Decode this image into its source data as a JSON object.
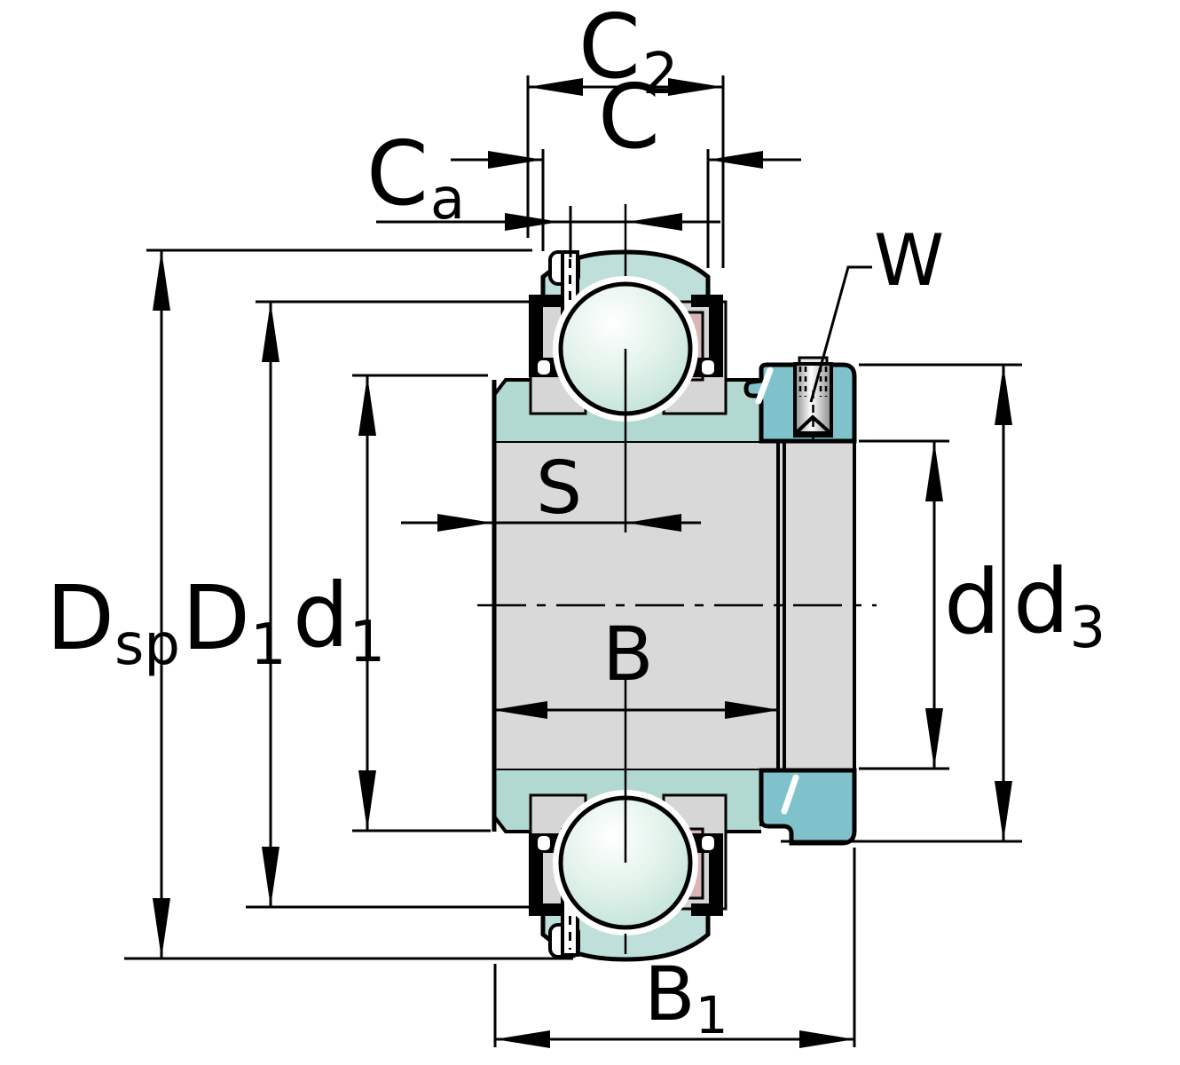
{
  "figure": {
    "kind": "technical-drawing",
    "dimension_symbols": [
      "C2",
      "C",
      "Ca",
      "W",
      "Dsp",
      "D1",
      "d1",
      "S",
      "B",
      "B1",
      "d",
      "d3"
    ]
  },
  "labels": {
    "c2": {
      "main": "C",
      "sub": "2"
    },
    "c": {
      "main": "C"
    },
    "ca": {
      "main": "C",
      "sub": "a"
    },
    "w": {
      "main": "W"
    },
    "dsp": {
      "main": "D",
      "sub": "sp"
    },
    "d1_cap": {
      "main": "D",
      "sub": "1"
    },
    "d1_low": {
      "main": "d",
      "sub": "1"
    },
    "s": {
      "main": "S"
    },
    "b": {
      "main": "B"
    },
    "b1": {
      "main": "B",
      "sub": "1"
    },
    "d": {
      "main": "d"
    },
    "d3": {
      "main": "d",
      "sub": "3"
    }
  },
  "colors": {
    "outline": "#000000",
    "outer_ring_teal": "#bfe0da",
    "inner_ring_teal": "#b2d8d2",
    "locking_collar_teal": "#7fc2cb",
    "bore_gray": "#d9d9d9",
    "side_block_gray": "#d6d6d6",
    "cage_pink": "#d8b6b6",
    "ball_highlight": "#ffffff",
    "ball_edge": "#b9dfd3",
    "background": "#ffffff"
  }
}
